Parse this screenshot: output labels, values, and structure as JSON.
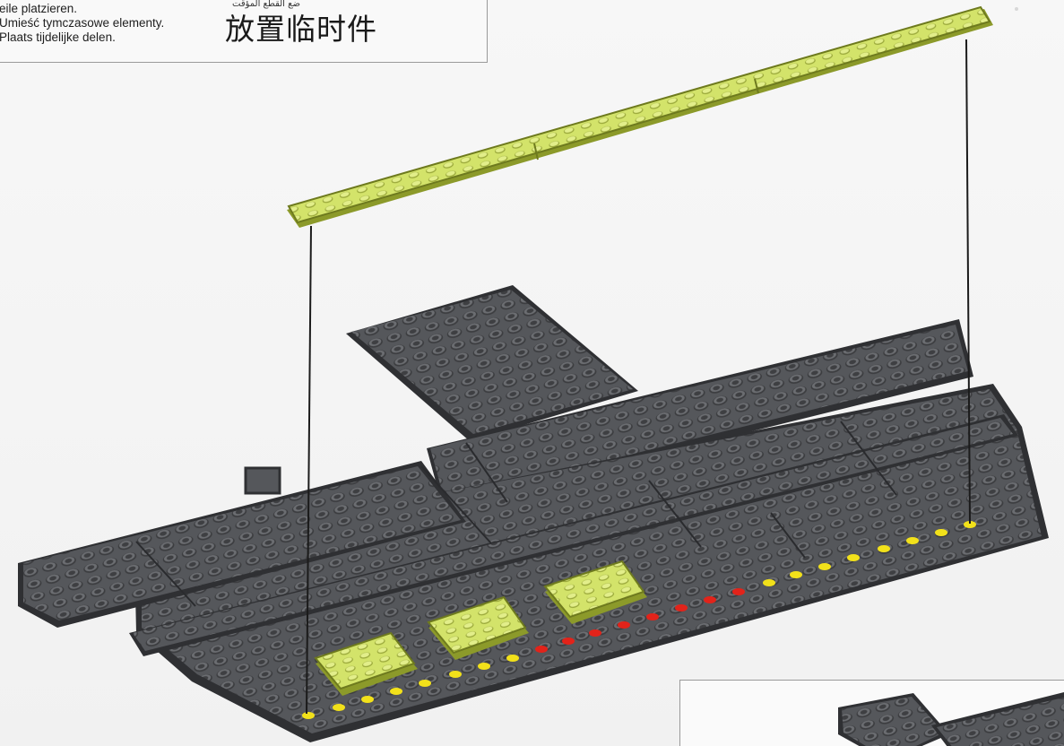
{
  "instructions": {
    "line_de": "eile platzieren.",
    "line_pl": "Umieść tymczasowe elementy.",
    "line_nl": "Plaats tijdelijke delen.",
    "line_ar": "ضع القطع المؤقت",
    "title_zh": "放置临时件"
  },
  "colors": {
    "plate_dark": "#55575b",
    "plate_edge": "#2f3033",
    "stud_top": "#6a6c70",
    "lime": "#d3e36a",
    "lime_dark": "#8c9a2a",
    "marker_yellow": "#f2e11a",
    "marker_red": "#e2231a",
    "guide_line": "#1b1b1b"
  },
  "icons": {
    "baseplate": "gray-technic-plate",
    "temporary_part": "lime-tile"
  }
}
